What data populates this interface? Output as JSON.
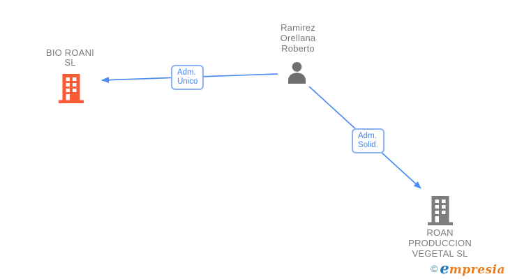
{
  "diagram": {
    "person": {
      "name": "Ramirez Orellana Roberto",
      "name_lines": [
        "Ramirez",
        "Orellana",
        "Roberto"
      ],
      "icon": "person-icon"
    },
    "companies": [
      {
        "name": "BIO ROANI SL",
        "name_lines": [
          "BIO ROANI",
          "SL"
        ],
        "icon": "building-icon",
        "icon_color": "#fa5a35"
      },
      {
        "name": "ROAN PRODUCCION VEGETAL SL",
        "name_lines": [
          "ROAN",
          "PRODUCCION",
          "VEGETAL SL"
        ],
        "icon": "building-icon",
        "icon_color": "#7d7d7d"
      }
    ],
    "edges": [
      {
        "from": "Ramirez Orellana Roberto",
        "to": "BIO ROANI SL",
        "label": "Adm. Unico",
        "label_lines": [
          "Adm.",
          "Unico"
        ]
      },
      {
        "from": "Ramirez Orellana Roberto",
        "to": "ROAN PRODUCCION VEGETAL SL",
        "label": "Adm. Solid.",
        "label_lines": [
          "Adm.",
          "Solid."
        ]
      }
    ],
    "colors": {
      "edge_blue": "#4b8df2",
      "label_text_blue": "#4285f4",
      "label_border_blue": "#8ab1f2",
      "text_gray": "#7a7a7a",
      "icon_gray": "#7d7d7d",
      "icon_orange": "#fa5a35"
    }
  },
  "watermark": {
    "copyright": "©",
    "brand_first_letter": "e",
    "brand_rest": "mpresia"
  }
}
